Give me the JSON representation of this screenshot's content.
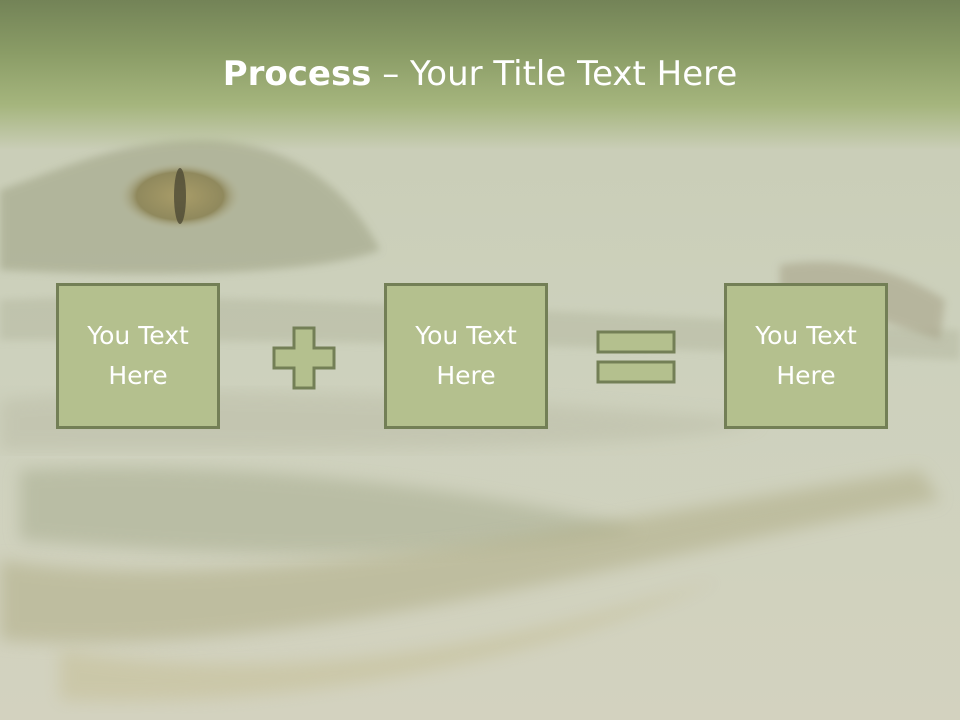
{
  "title": {
    "bold": "Process",
    "rest": " – Your Title Text Here"
  },
  "boxes": [
    {
      "line1": "You Text",
      "line2": "Here"
    },
    {
      "line1": "You Text",
      "line2": "Here"
    },
    {
      "line1": "You Text",
      "line2": "Here"
    }
  ],
  "operators": [
    "plus-icon",
    "equals-icon"
  ],
  "colors": {
    "box_fill": "#b4c08e",
    "box_border": "#737f56",
    "header_green": "#8a9c66",
    "text": "#ffffff"
  }
}
